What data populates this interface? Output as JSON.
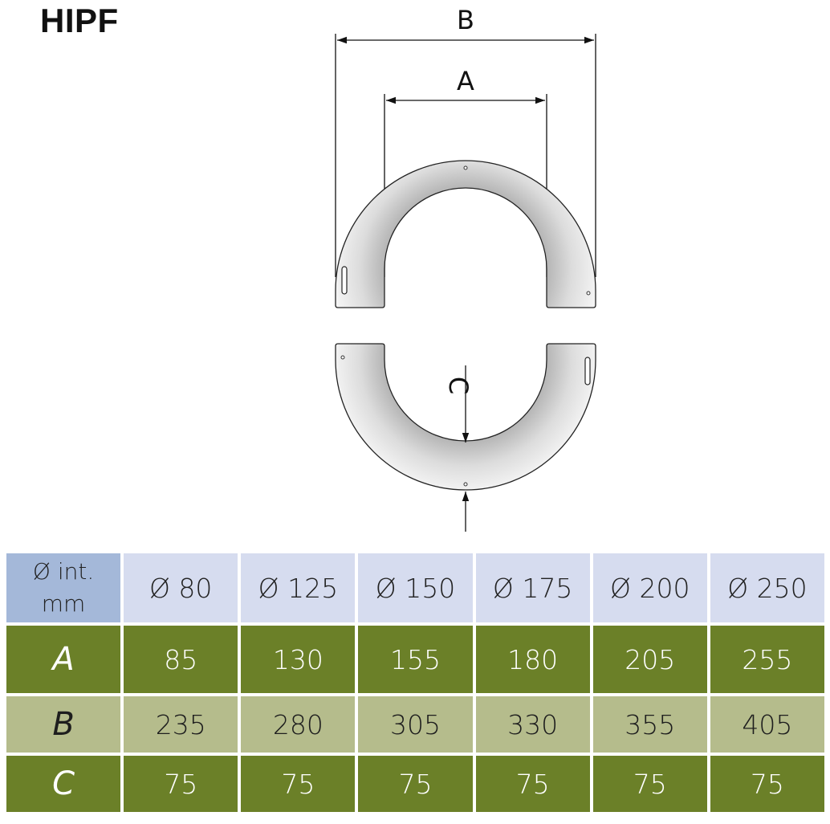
{
  "title": "HIPF",
  "dimension_labels": {
    "a": "A",
    "b": "B",
    "c": "C"
  },
  "table": {
    "corner_line1": "Ø int.",
    "corner_line2": "mm",
    "diameters": [
      "Ø 80",
      "Ø 125",
      "Ø 150",
      "Ø 175",
      "Ø 200",
      "Ø 250"
    ],
    "rows": [
      {
        "label": "A",
        "values": [
          "85",
          "130",
          "155",
          "180",
          "205",
          "255"
        ]
      },
      {
        "label": "B",
        "values": [
          "235",
          "280",
          "305",
          "330",
          "355",
          "405"
        ]
      },
      {
        "label": "C",
        "values": [
          "75",
          "75",
          "75",
          "75",
          "75",
          "75"
        ]
      }
    ]
  }
}
